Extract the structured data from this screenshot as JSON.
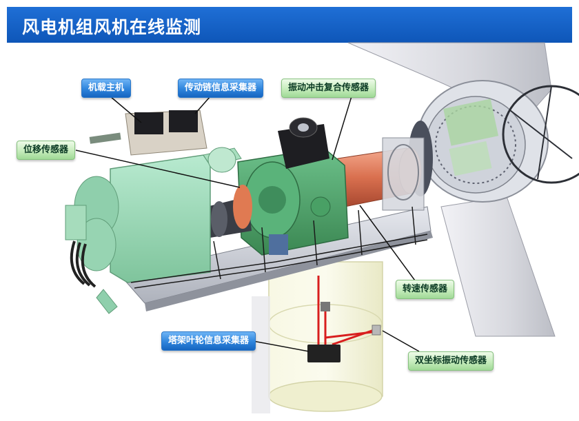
{
  "title": "风电机组风机在线监测",
  "labels": {
    "host": "机载主机",
    "drivetrain_collector": "传动链信息采集器",
    "vibration_sensor": "振动冲击复合传感器",
    "displacement_sensor": "位移传感器",
    "speed_sensor": "转速传感器",
    "tower_collector": "塔架叶轮信息采集器",
    "dual_axis_sensor": "双坐标振动传感器"
  },
  "colors": {
    "title_bar": "#1266c8",
    "generator_green": "#9bd8b2",
    "gearbox_green": "#4fa66b",
    "shaft_red": "#d9704f",
    "tower_yellow": "#f4f4cc",
    "cable_red": "#d81e1e"
  }
}
